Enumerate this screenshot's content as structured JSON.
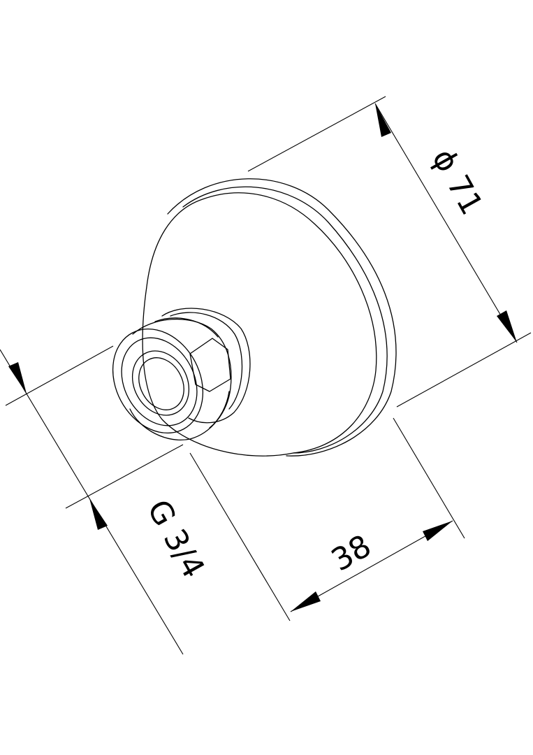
{
  "dimensions": {
    "diameter": "ϕ 71",
    "length": "38",
    "thread": "G 3/4"
  }
}
